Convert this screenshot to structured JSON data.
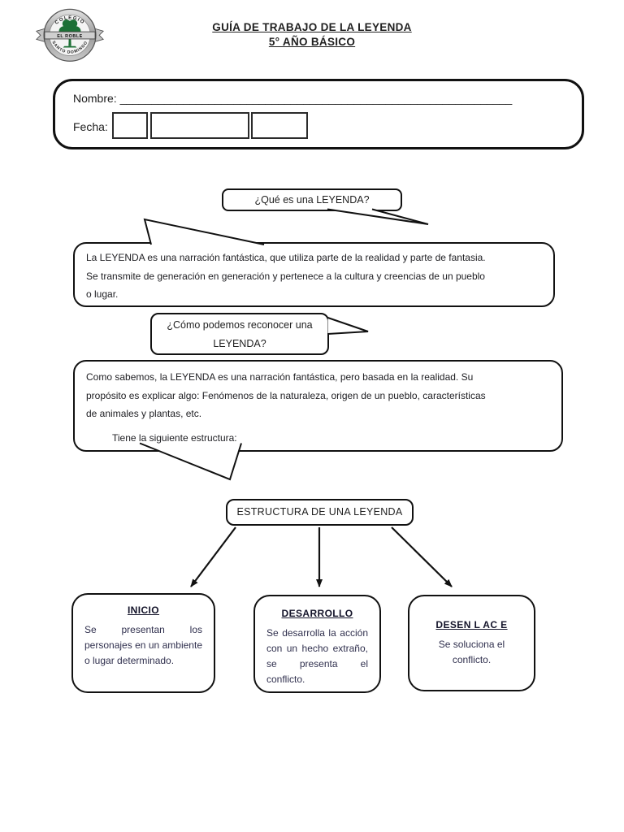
{
  "header": {
    "title_line1": "GUÍA DE TRABAJO DE LA LEYENDA",
    "title_line2": "5° AÑO BÁSICO"
  },
  "logo": {
    "top_text": "COLEGIO",
    "banner_text": "EL ROBLE",
    "bottom_text": "SANTO DOMINGO",
    "tree_color": "#1d7036"
  },
  "student_info": {
    "name_label": "Nombre:",
    "name_line": "______________________________________________________________",
    "date_label": "Fecha:"
  },
  "bubbles": {
    "q1": "¿Qué es una LEYENDA?",
    "q2_line1": "¿Cómo podemos reconocer una",
    "q2_line2": "LEYENDA?"
  },
  "paragraphs": {
    "p1_lines": [
      "La LEYENDA es una narración fantástica, que utiliza parte de la realidad y parte de fantasia.",
      "Se transmite de generación en generación y pertenece a la cultura y creencias de un pueblo",
      "o lugar."
    ],
    "p2_lines": [
      "Como sabemos, la LEYENDA es una narración fantástica, pero basada en la realidad. Su",
      "propósito es explicar algo: Fenómenos de la naturaleza, origen de un pueblo, características",
      "de animales y plantas, etc."
    ],
    "p2_footer": "Tiene la siguiente estructura:"
  },
  "diagram": {
    "header": "ESTRUCTURA DE UNA LEYENDA",
    "nodes": [
      {
        "title": "INICIO",
        "body": "Se presentan los personajes en un ambiente o lugar determinado."
      },
      {
        "title": "DESARROLLO",
        "body": "Se desarrolla la acción con un hecho extraño, se presenta el conflicto."
      },
      {
        "title": "DESEN L AC E",
        "body": "Se soluciona el conflicto."
      }
    ]
  },
  "colors": {
    "ink": "#1f1f1f",
    "tree_green": "#1d7036"
  }
}
